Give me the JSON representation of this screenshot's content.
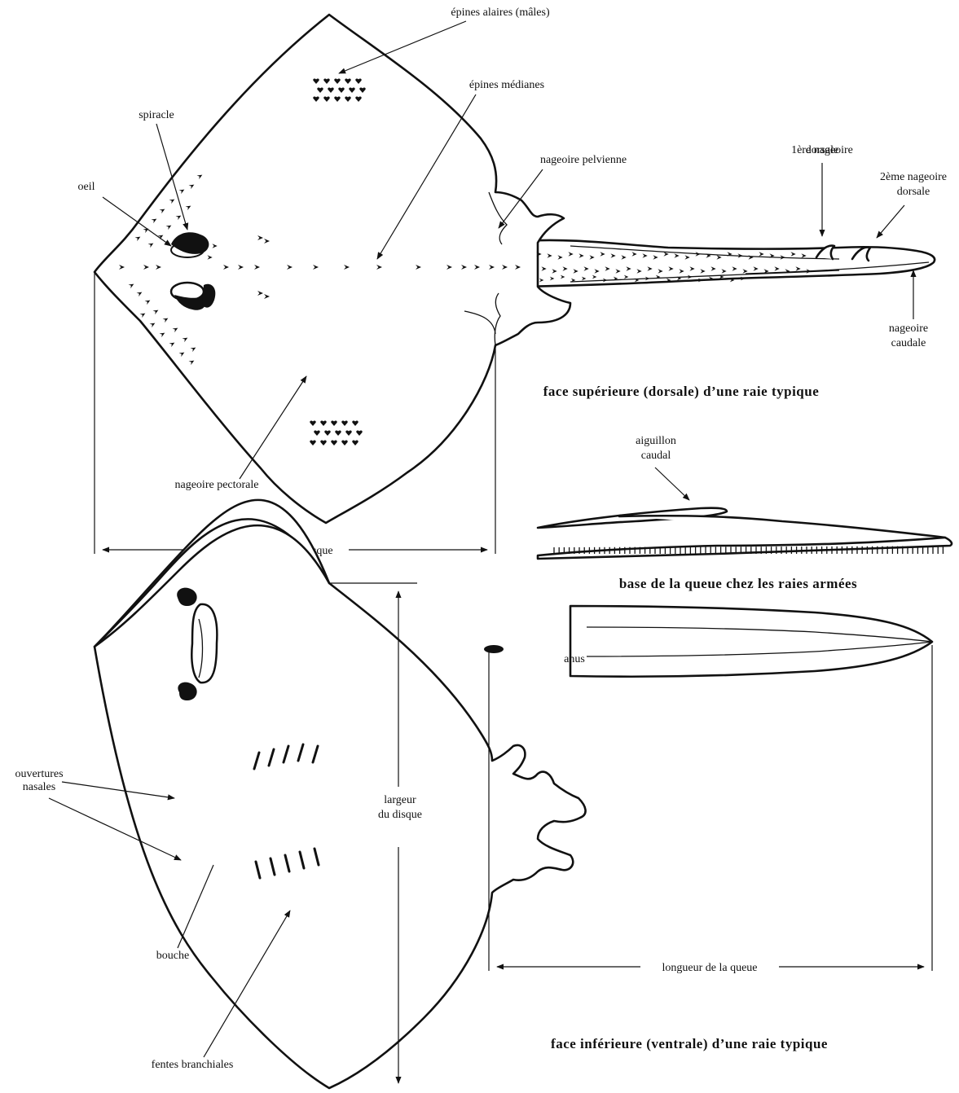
{
  "captions": {
    "dorsal": "face supérieure (dorsale) d’une raie typique",
    "tail_base": "base de la queue chez les raies armées",
    "ventral": "face inférieure (ventrale) d’une raie typique"
  },
  "labels": {
    "epines_alaires": "épines alaires (mâles)",
    "epines_medianes": "épines médianes",
    "spiracle": "spiracle",
    "oeil": "oeil",
    "nageoire_pelvienne": "nageoire pelvienne",
    "nageoire_dorsale_1": [
      "1ère nageoire",
      "dorsale"
    ],
    "nageoire_dorsale_2": [
      "2ème nageoire",
      "dorsale"
    ],
    "nageoire_caudale": [
      "nageoire",
      "caudale"
    ],
    "nageoire_pectorale": "nageoire pectorale",
    "longueur_disque": "longueur du disque",
    "aiguillon_caudal": [
      "aiguillon",
      "caudal"
    ],
    "anus": "anus",
    "ouvertures_nasales": [
      "ouvertures",
      "nasales"
    ],
    "largeur_disque": [
      "largeur",
      "du disque"
    ],
    "bouche": "bouche",
    "fentes_branchiales": "fentes branchiales",
    "longueur_queue": "longueur de la queue"
  }
}
